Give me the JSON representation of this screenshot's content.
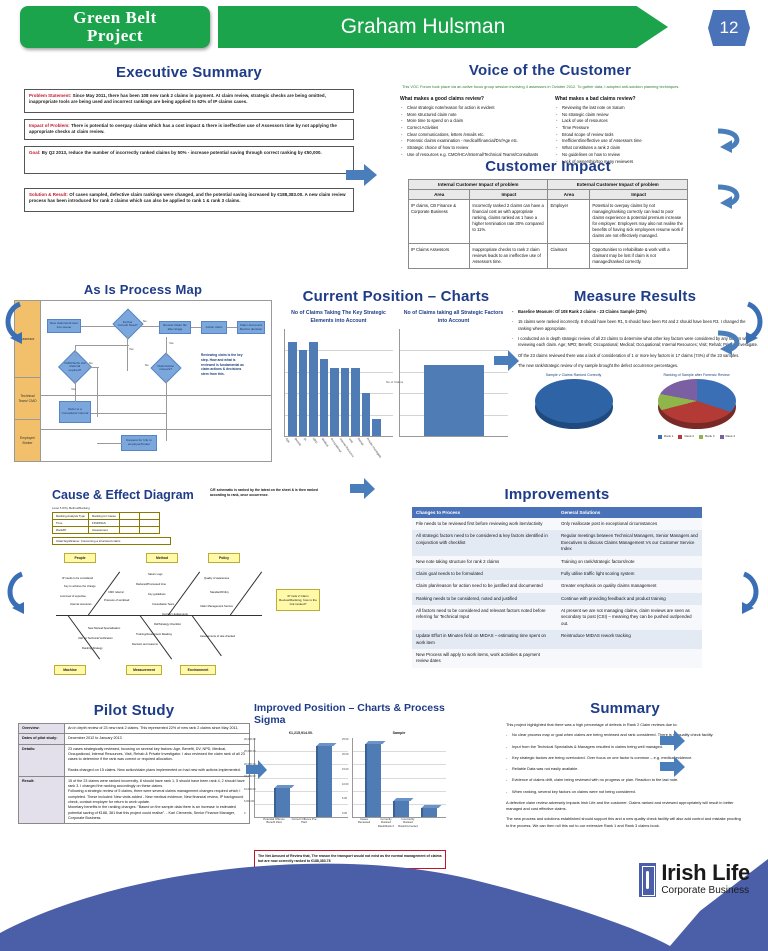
{
  "header": {
    "tab_line1": "Green Belt",
    "tab_line2": "Project",
    "banner_title": "Graham Hulsman",
    "slide_number": "12",
    "green": "#1CA44C",
    "blue": "#4A72B8"
  },
  "exec": {
    "title": "Executive Summary",
    "blocks": [
      {
        "label": "Problem Statement:",
        "text": " Since May 2011, there has been 108 new rank 2 claims in payment.  At claim review, strategic checks are being omitted, inappropriate tools are being used and incorrect rankings are being applied to 62% of IP claims cases."
      },
      {
        "label": "Impact of Problem:",
        "text": " There is potential to overpay claims which has a cost impact & there is ineffective use of Assessors time by not applying the appropriate checks at claim review."
      },
      {
        "label": "Goal:",
        "text": " By Q2 2013, reduce the number of incorrectly ranked claims by 50% - increase potential saving through correct ranking by €50,000."
      },
      {
        "label": "Solution & Result:",
        "text": " Of cases sampled, defective claim rankings were changed, and the potential saving increased by €188,383.00.  A new claim review process has been introduced for rank 2 claims which can also be applied to rank 1 & rank 3 claims."
      }
    ]
  },
  "voc": {
    "title": "Voice of the Customer",
    "intro": "This VOC Forum took place via an active focus group session involving 4 assessors in October 2012.  To gather data, I adopted anti-solution planning techniques.",
    "good_heading": "What makes a good claims review?",
    "good_items": [
      "Clear strategic note/reason for action is evident",
      "More structured claim note",
      "More time to spend on a claim",
      "Correct Activities",
      "Clear communications, letters /emails etc.",
      "Forensic claims examination - medical/financial/DV/Age  etc.",
      "Strategic choice of how to review",
      "Use of resources e.g. CMO/HCA/Internal/Technical Teams/Consultants"
    ],
    "bad_heading": "What makes a bad claims review?",
    "bad_items": [
      "Reviewing the last note on Saturn",
      "No strategic claim review",
      "Lack of use of resources",
      "Time Pressure",
      "Broad scope of review tools",
      "Inefficient/ineffective  use of Assessors  time",
      "What constitutes a rank 2 claim",
      "No guidelines on how to review",
      "Lack of ownership/too many reviewers"
    ]
  },
  "customer_impact": {
    "title": "Customer Impact",
    "group_headers": [
      "Internal Customer Impact  of problem",
      "External Customer Impact of problem"
    ],
    "col_headers": [
      "Area",
      "Impact",
      "Area",
      "Impact"
    ],
    "rows": [
      [
        "IP claims, CB Finance & Corporate Business",
        "Incorrectly ranked 2 claims can have a financial cost as with appropriate ranking, claims ranked as 1 have a higher termination rate 30% compared to 11%.",
        "Employer",
        "Potential to overpay claims by not managing/ranking correctly can lead to poor claims experience & potential premium increase for employer. Employers may also not realise the benefits of having sick employees resume work if claims are not effectively managed."
      ],
      [
        "IP Claims Assessors",
        "Inappropriate checks to rank 2 claim reviews leads to an ineffective use of Assessors time.",
        "Claimant",
        "Opportunities to rehabilitate & work with a claimant may be lost if claim is not managed/ranked correctly."
      ]
    ]
  },
  "process_map": {
    "title": "As Is Process Map",
    "lanes": [
      "Assessor",
      "Technical Team/ CMO",
      "Employer/ Broker"
    ],
    "nodes": [
      "New claim/work item into queue",
      "Review Claim file after triage",
      "Action claim",
      "Claim document filed for decision",
      "Refer to a Consultant/ internal",
      "Request for Info to employer/broker"
    ],
    "decisions": [
      "Further Consult Need?",
      "CMO/Techn ical Referral required?",
      "Claim/Action relevant?"
    ],
    "note": "Reviewing claim is the key step. How and what is reviewed is fundamental as claim actions & decisions stem from this.",
    "yes_no": [
      "No",
      "Yes",
      "Yes",
      "Yes",
      "No",
      "No"
    ]
  },
  "chart_data": [
    {
      "id": "claims-key-strategic-elements",
      "type": "bar",
      "title": "No of Claims Taking The Key Strategic Elements into Account",
      "categories": [
        "Age",
        "Benefit",
        "DI",
        "NPD",
        "Medical",
        "Occupational",
        "Internal Resource",
        "Visit",
        "Rehab",
        "Private Investigate"
      ],
      "values": [
        22,
        20,
        22,
        18,
        16,
        16,
        16,
        10,
        4,
        0
      ],
      "ylim": [
        0,
        25
      ],
      "ylabel": "",
      "xlabel": "",
      "grid": true
    },
    {
      "id": "claims-all-strategic-factors",
      "type": "bar",
      "title": "No of Claims taking all Strategic Factors into Account",
      "categories": [
        "1"
      ],
      "values": [
        4
      ],
      "ylim": [
        0,
        6
      ],
      "ylabel": "No of Claims",
      "legend": "No of Claims",
      "grid": true
    },
    {
      "id": "sample-vs-correctly-ranked",
      "type": "pie",
      "title": "Sample v Claims Ranked Correctly",
      "labels": [
        "Sample"
      ],
      "values": [
        100
      ],
      "colors": [
        "#2E63A6"
      ]
    },
    {
      "id": "ranking-of-sample-claims-pre-review",
      "type": "pie",
      "title": "Ranking of Sample after Forensic Review",
      "labels": [
        "Rank 1",
        "Rank 2",
        "Rank 3",
        "Rank 4"
      ],
      "values": [
        30,
        41,
        7,
        22
      ],
      "colors": [
        "#3A6FB5",
        "#B33A35",
        "#8EB64A",
        "#7B5FA3"
      ]
    },
    {
      "id": "potential-saving-pre-post",
      "type": "bar",
      "title": "€1,215,914.00.",
      "categories": [
        "Potential Offence Benefit Paid",
        "Correct Offence Pre Paid"
      ],
      "values": [
        11000,
        27000
      ],
      "ylim": [
        0,
        30000
      ],
      "yticks": [
        "30,000.00",
        "25,000.00",
        "20,000.00",
        "15,000.00",
        "10,000.00",
        "5,000.00",
        "0"
      ],
      "grid": true
    },
    {
      "id": "ranking-changes-post-pilot",
      "type": "bar",
      "title": "Sample",
      "categories": [
        "Cases Reviewed",
        "Correctly Ranked Rank/Rank 2",
        "Incorrectly Ranked Rank/Corrected"
      ],
      "values": [
        23,
        5,
        3
      ],
      "ylim": [
        0,
        25
      ],
      "ylabel": "No of Claims",
      "yticks": [
        "25.00",
        "20.00",
        "15.00",
        "10.00",
        "5.00",
        "0.00"
      ],
      "grid": true
    }
  ],
  "measure": {
    "title": "Measure Results",
    "items": [
      "Baseline Measure: Of 108 Rank 2 claims - 23 Claims Sample (22%)",
      "15 claims were ranked incorrectly. 8 should have been R1, 5 should have been R4 and 2 should have been R3. I changed the ranking where appropriate.",
      "I conducted an in depth strategic review of all 23 claims to determine what other key factors were considered by any factors when reviewing each claim. Age; NPD; Benefit; Occupational; Medical; Occupational; Internal Resources; Visit; Rehab; Private Investigate.",
      "Of the 23 claims reviewed there was a lack of consideration of 1 or more  key factors in 17 claims (74%) of the 23 samples.",
      "The new rank/strategic review of my sample brought the defect occurrence percentages."
    ],
    "pie_captions": [
      "Sample v Claims Ranked Correctly",
      "Ranking of Sample after Forensic Review"
    ],
    "pie_legend": [
      "Rank 1",
      "Rank 2",
      "Rank 3",
      "Rank 4"
    ]
  },
  "cause_effect": {
    "title": "Cause & Effect Diagram",
    "note": "C/E schematic is ranked by the latest on the sheet & is then ranked according to rank, once occurrence.",
    "mini_table_caption": "Level 5 Why Method/Ranking",
    "mini_rows": [
      [
        "Ranking Analysis Type",
        "Ranking for Cause"
      ],
      [
        "Time",
        "FINDINGS"
      ],
      [
        "Rank/IP",
        "Assessment"
      ],
      [
        "Note",
        ""
      ]
    ],
    "mini_footer": "Initial Significance: Concerning a structured matrix.",
    "categories": [
      "People",
      "Method",
      "Policy",
      "Machine",
      "Measurement",
      "Environment"
    ],
    "effect": "IP rank 2 Claim Review/Ranking, how is the risk ranked?",
    "causes": [
      "IP needs to be considered",
      "Key to achieve the change",
      "Low level of expertise",
      "Internal resources",
      "CMO referral",
      "Pressure of workload",
      "New Manual Specialisation",
      "Visit for Technical Verification",
      "Ranking Strategy",
      "Saturn Logs",
      "Reduced/Processed time",
      "Key guidelines",
      "Consultation Team",
      "Incorrect Judgements",
      "Ref/Strategy Checklist",
      "Training/Assessment Reading",
      "Decision and reasons",
      "Quality of awareness",
      "Standard/Policy",
      "Claim Management Service",
      "Assessments of rate checked"
    ]
  },
  "improvements": {
    "title": "Improvements",
    "headers": [
      "Changes to Process",
      "General Solutions"
    ],
    "rows": [
      [
        "File needs to be reviewed first before reviewing work item/activity",
        "Only reallocate post in exceptional circumstances"
      ],
      [
        "All strategic factors need to be considered & key factors identified in conjunction with checklist",
        "Regular meetings between  Technical Managers, Senior Managers and Executives  to discuss Claims Management Vs our Customer Service Index"
      ],
      [
        "New note taking structure for rank 2 claims",
        "Training on rank/strategic factors/note"
      ],
      [
        "Claim goal needs to be formulated",
        "Fully utilise traffic light scoring system"
      ],
      [
        "Claim plan/reason for action need to be justified and documented",
        "Greater emphasis on quality claims management"
      ],
      [
        "Ranking needs to be considered, noted and justified",
        "Continue with providing feedback and product training"
      ],
      [
        "All factors need to be considered and  relevant factors noted before referring for Technical Input",
        "At present we are not managing claims, claim reviews are seen as secondary to post (CSI) – meaning they can be pushed out/pended out."
      ],
      [
        "Update Effort in Minutes field on MIDAS – estimating time spent on work item",
        "Reintroduce MIDAS rework tracking"
      ],
      [
        "New Process will apply to work items, work activities & payment review dates",
        ""
      ]
    ]
  },
  "pilot": {
    "title": "Pilot Study",
    "rows": [
      [
        "Overview:",
        "An in depth review of 23 new rank 2 claims.  This represented 22% of new rank 2 claims since May 2011."
      ],
      [
        "Dates of pilot study:",
        "December 2012 to January 2013"
      ],
      [
        "Details:",
        "23 cases strategically reviewed, focusing on several key factors: Age, Benefit, DV, NPD, Medical, Occupational, Internal Resources, Visit, Rehab & Private Investigator.  I also reviewed the claim rank of all 23 cases to determine if the rank was correct or required allocation.\n\nRanks changed on 15 claims. New action/claim plans  implemented on had new with actions implemented."
      ],
      [
        "Result:",
        "15 of the 23 claims were ranked incorrectly. 8 should have rank 1, 5 should have been rank 4, 2 should have rank 3. I changed the ranking accordingly on these claims.\nFollowing a strategic review of 5 claims, there were several claims management changes required which I completed. These included: New visits added - New medical evidence, New financial review, IP background check, contact employer for return to work update.\nMonetary benefits in the ranking changes: \"Based on the sample data there is an increase in estimated  potential saving of €188, 381 that this project could realise\". - Karl Clements, Senior Finance Manager, Corporate Business."
      ]
    ]
  },
  "improved": {
    "title": "Improved Position – Charts & Process Sigma",
    "footer": "The Net Amount of Review that, The reason the transport would not exist as the normal management of claims but are now correctly ranked to €188,383.78"
  },
  "summary": {
    "title": "Summary",
    "intro": "This project highlighted that there was a high percentage of defects in Rank 2 Claim reviews due to:",
    "items": [
      "No clear process map or goal when claims are being reviewed and rank considered. There is no quality check facility.",
      "Input from the Technical Specialists & Managers resulted in claims being well managed.",
      "Key strategic factors are being overlooked. Over focus on one factor is common – e.g. medical evidence.",
      "Reliable Data was not easily available.",
      "Evidence of claims drift, claim being reviewed with no progress or plan. Reaction to the last note.",
      "When ranking, several key factors on claims were not being considered."
    ],
    "closing": [
      "A defective claim review adversely impacts Irish Life and the customer. Claims ranked and reviewed appropriately will result in better managed and cost effective  claims.",
      "The new process and solutions established should support this and a new quality check facility will also add control and mistake proofing to the process. We can then roll this out to our extensive Rank 1 and Rank 3 claims book."
    ]
  },
  "logo": {
    "line1": "Irish Life",
    "line2": "Corporate Business",
    "swoosh_color": "#4A5FA8"
  }
}
